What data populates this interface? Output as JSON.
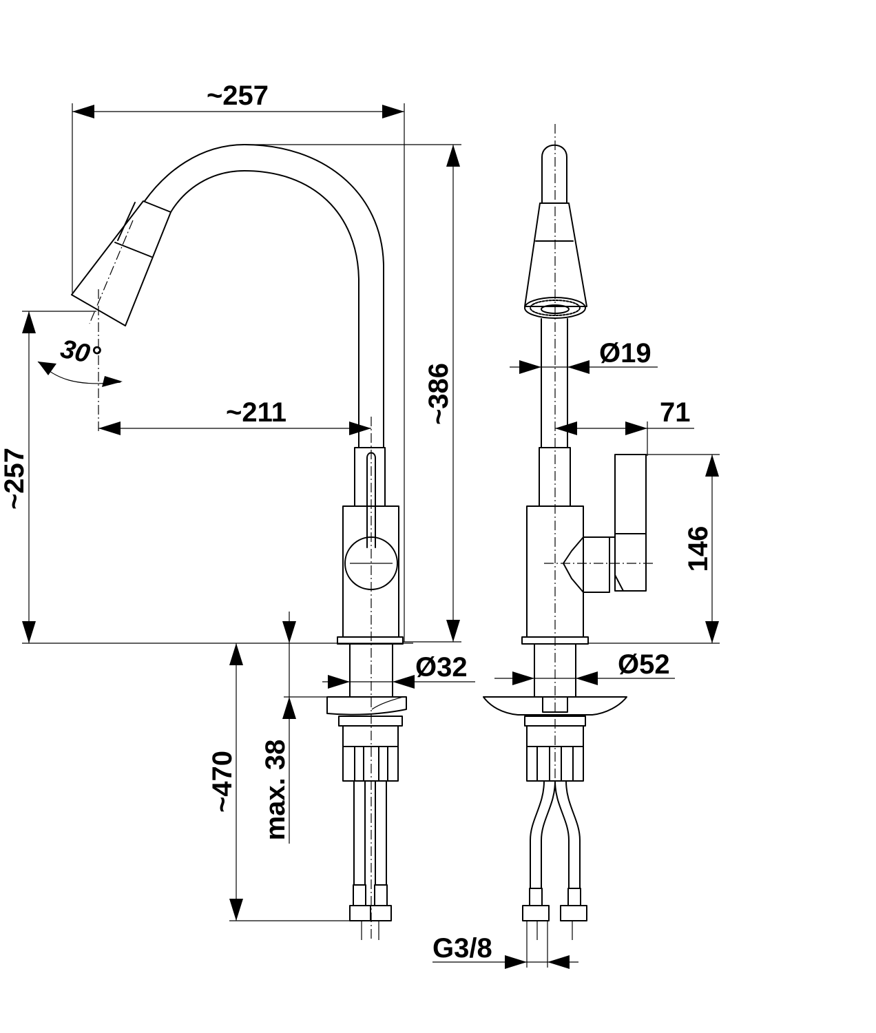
{
  "dimensions": {
    "spout_reach_top": "~257",
    "spray_angle": "30°",
    "reach_to_spray_axis": "~211",
    "overall_height": "~386",
    "spray_height": "~257",
    "spout_diameter": "Ø19",
    "lever_offset": "71",
    "lever_height": "146",
    "base_diameter": "Ø32",
    "flange_diameter": "Ø52",
    "hose_length": "~470",
    "max_deck_thickness": "max. 38",
    "connection_thread": "G3/8"
  }
}
